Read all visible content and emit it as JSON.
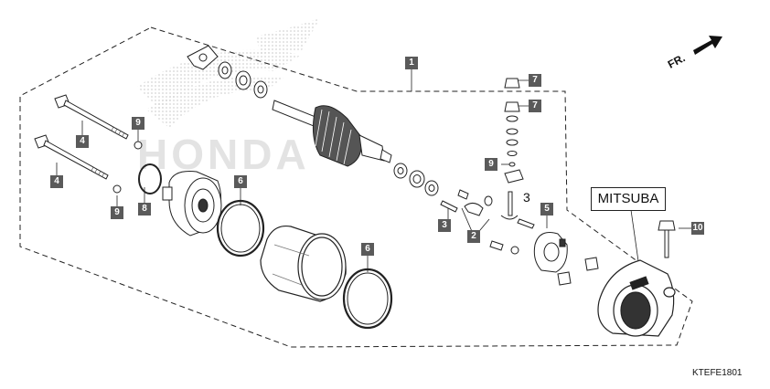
{
  "watermark": {
    "brand": "HONDA"
  },
  "direction": {
    "label": "FR."
  },
  "brand_label": "MITSUBA",
  "diagram_code": "KTEFE1801",
  "callouts": {
    "c1": "1",
    "c2": "2",
    "c3": "3",
    "c3_plain": "3",
    "c4a": "4",
    "c4b": "4",
    "c5": "5",
    "c6a": "6",
    "c6b": "6",
    "c7a": "7",
    "c7b": "7",
    "c8": "8",
    "c9a": "9",
    "c9b": "9",
    "c9c": "9",
    "c10": "10"
  },
  "colors": {
    "line": "#222222",
    "callout_bg": "#5a5a5a",
    "watermark": "#d9d9d9"
  }
}
